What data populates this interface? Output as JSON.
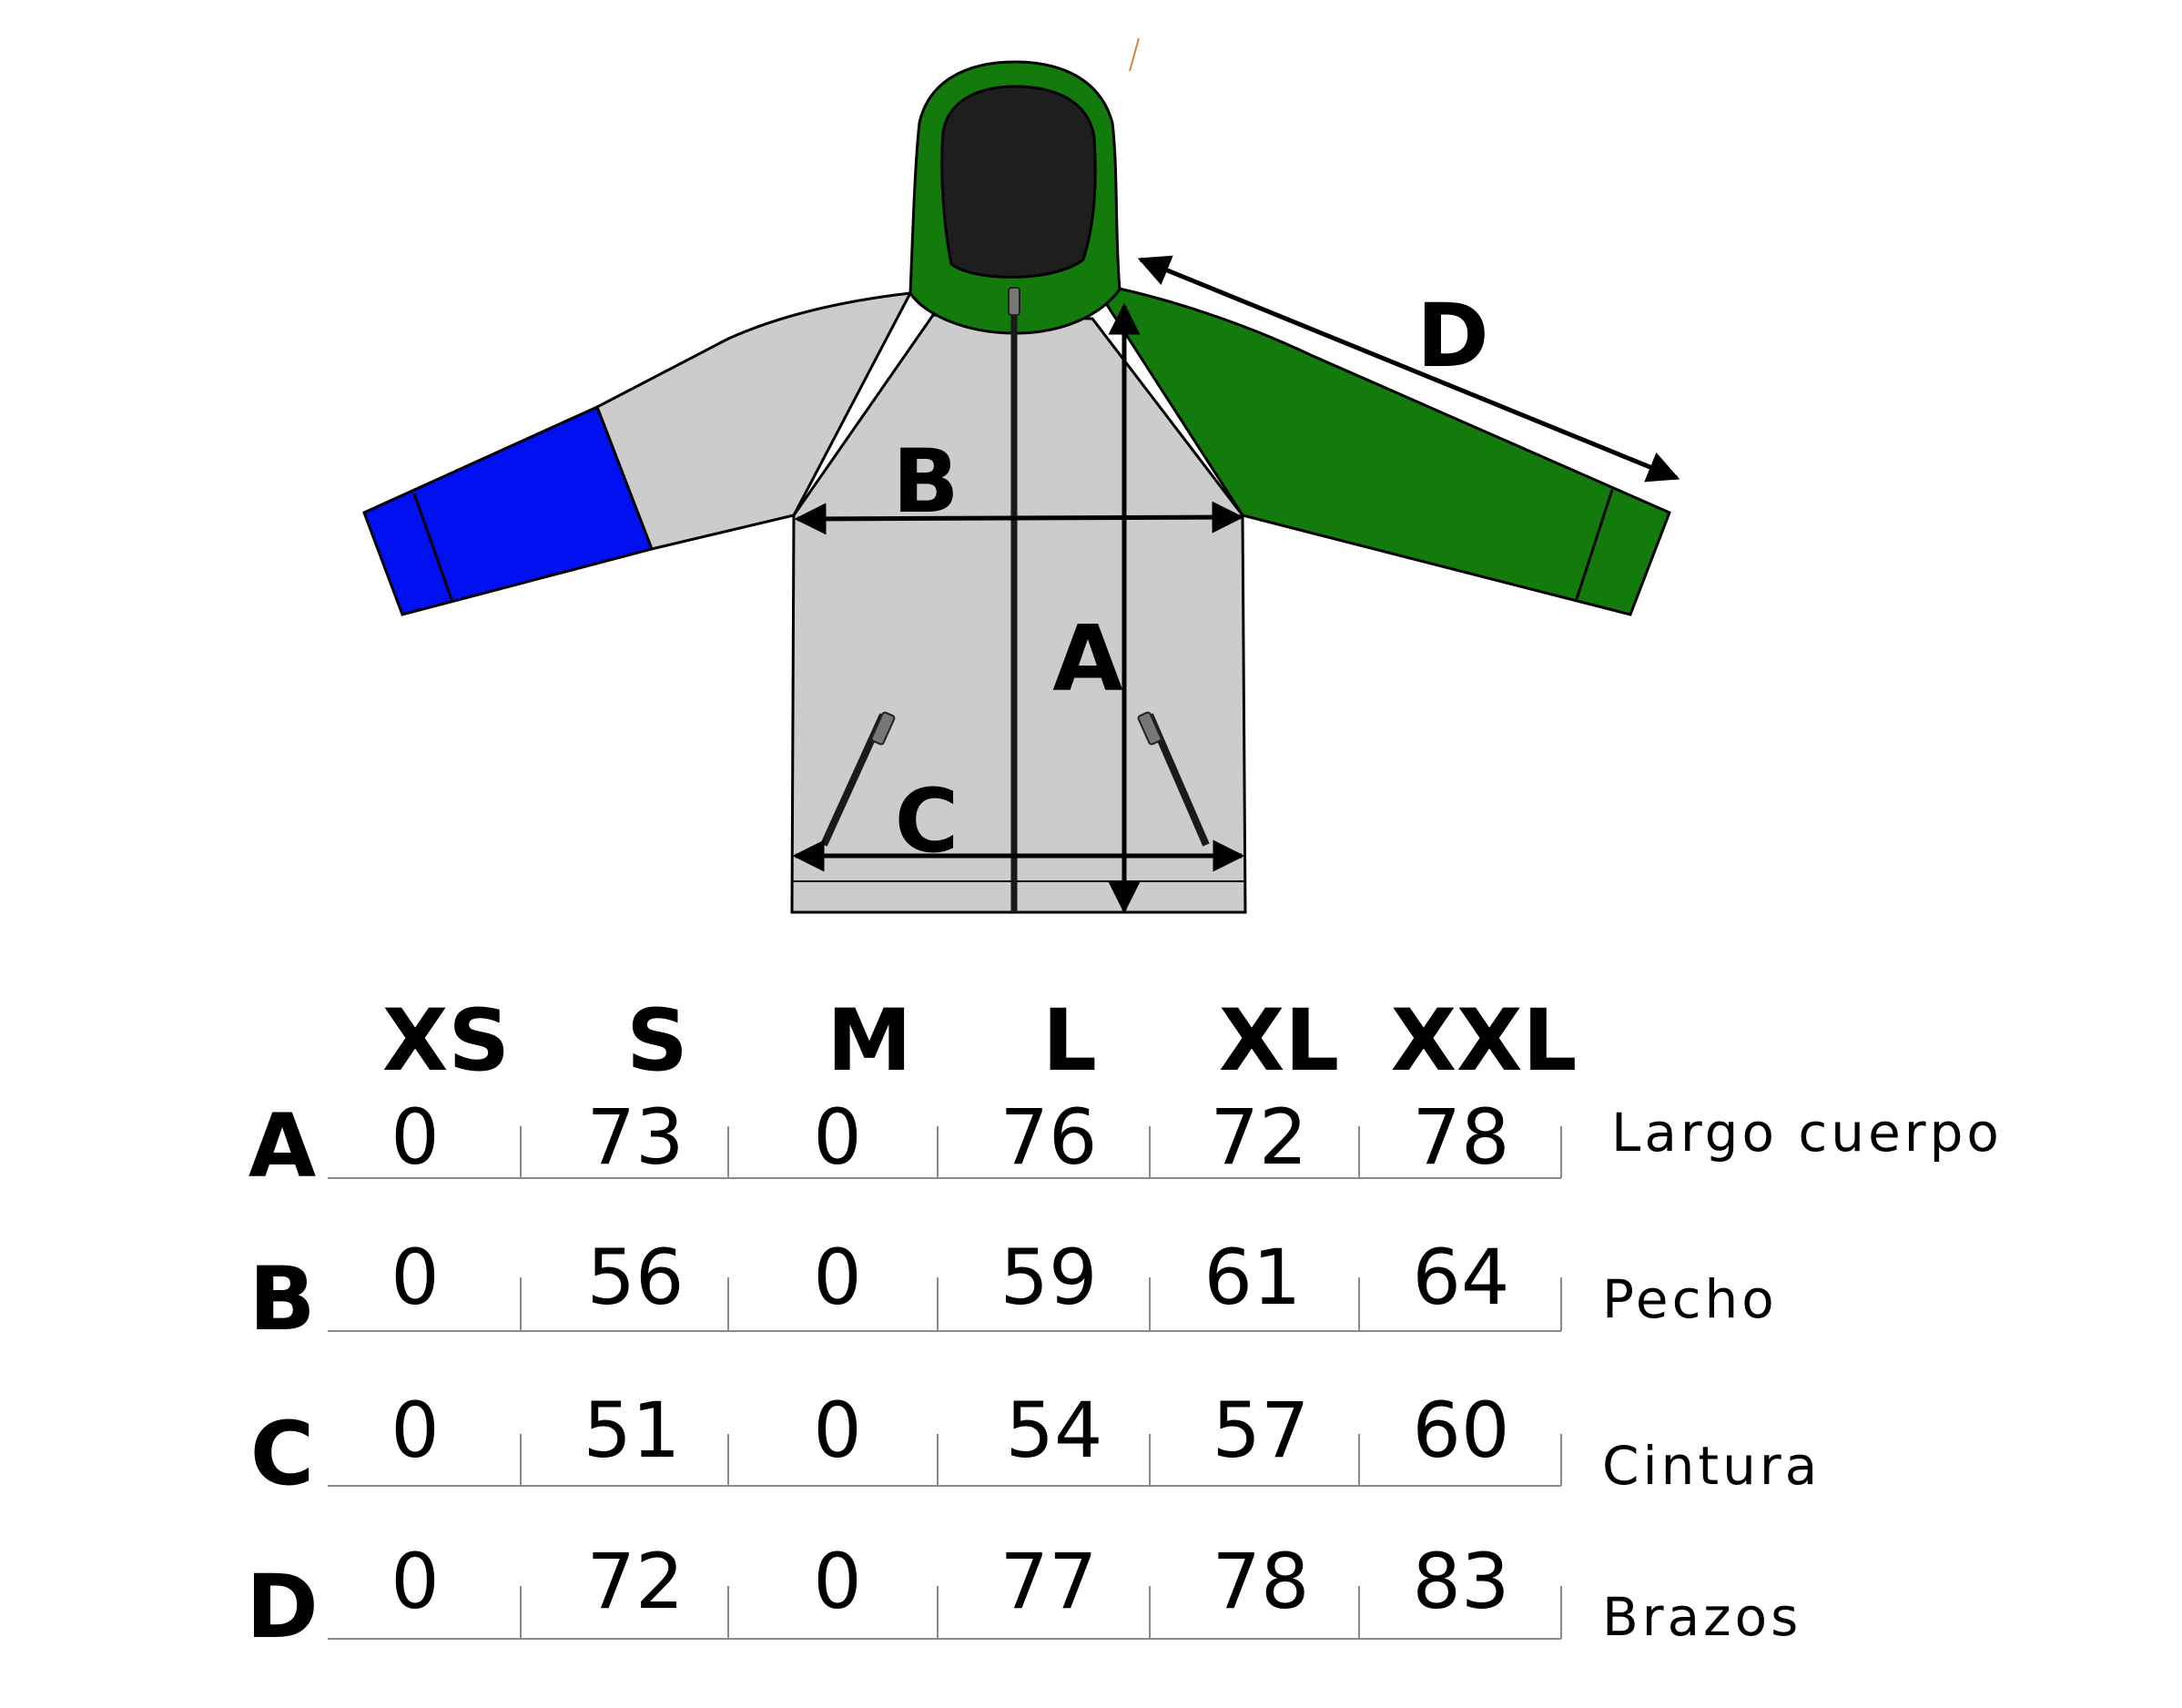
{
  "diagram": {
    "labels": {
      "a": "A",
      "b": "B",
      "c": "C",
      "d": "D"
    },
    "colors": {
      "body": "#cccccc",
      "hood_outer": "#137a0c",
      "hood_inner": "#1e1e1e",
      "sleeve_right": "#137a0c",
      "cuff_left": "#0010f0",
      "outline": "#000000"
    }
  },
  "size_table": {
    "sizes": [
      "XS",
      "S",
      "M",
      "L",
      "XL",
      "XXL"
    ],
    "rows": [
      {
        "label": "A",
        "description": "Largo cuerpo",
        "values": [
          "0",
          "73",
          "0",
          "76",
          "72",
          "78"
        ]
      },
      {
        "label": "B",
        "description": "Pecho",
        "values": [
          "0",
          "56",
          "0",
          "59",
          "61",
          "64"
        ]
      },
      {
        "label": "C",
        "description": "Cintura",
        "values": [
          "0",
          "51",
          "0",
          "54",
          "57",
          "60"
        ]
      },
      {
        "label": "D",
        "description": "Brazos",
        "values": [
          "0",
          "72",
          "0",
          "77",
          "78",
          "83"
        ]
      }
    ]
  }
}
